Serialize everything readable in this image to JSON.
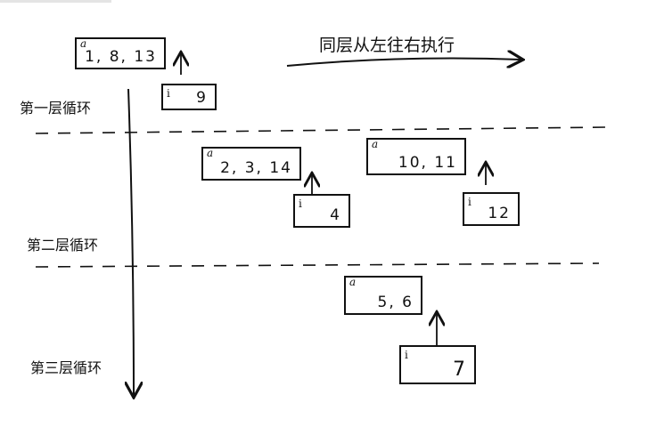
{
  "header_text": "同层从左往右执行",
  "level_labels": {
    "level1": "第一层循环",
    "level2": "第二层循环",
    "level3": "第三层循环"
  },
  "boxes": {
    "l1_a": {
      "tag": "a",
      "values": "1, 8, 13"
    },
    "l1_i": {
      "tag": "i",
      "values": "9"
    },
    "l2a_a": {
      "tag": "a",
      "values": "2, 3, 14"
    },
    "l2a_i": {
      "tag": "i",
      "values": "4"
    },
    "l2b_a": {
      "tag": "a",
      "values": "10, 11"
    },
    "l2b_i": {
      "tag": "i",
      "values": "12"
    },
    "l3_a": {
      "tag": "a",
      "values": "5, 6"
    },
    "l3_i": {
      "tag": "i",
      "values": "7"
    }
  }
}
